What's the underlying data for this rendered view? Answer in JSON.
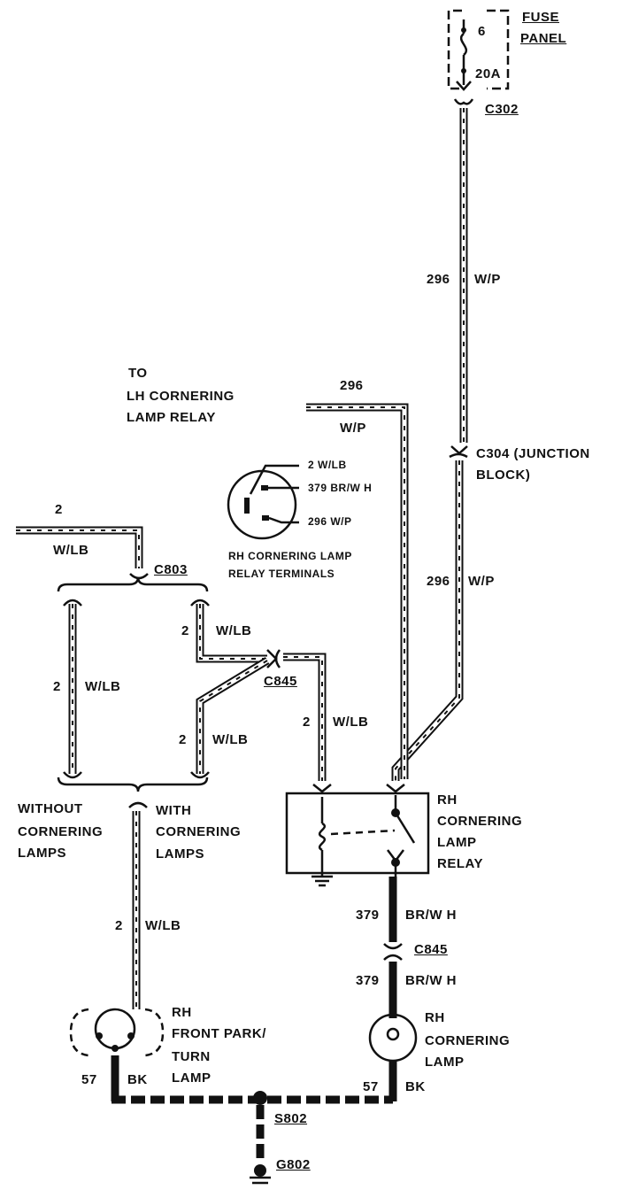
{
  "fuse_panel": {
    "fuse_number": "6",
    "fuse_rating": "20A",
    "title_line1": "FUSE",
    "title_line2": "PANEL"
  },
  "connectors": {
    "c302": "C302",
    "c304_line1": "C304 (JUNCTION",
    "c304_line2": "BLOCK)",
    "c803": "C803",
    "c845_upper": "C845",
    "c845_lower": "C845",
    "s802": "S802",
    "g802": "G802"
  },
  "wires": {
    "w296_top_num": "296",
    "w296_top_color": "W/P",
    "w296_mid_num": "296",
    "w296_mid_color": "W/P",
    "w296_left_num": "296",
    "w296_left_color": "W/P",
    "w2_top_num": "2",
    "w2_top_color": "W/LB",
    "w2_left_num": "2",
    "w2_left_color": "W/LB",
    "w2_jump_upper_num": "2",
    "w2_jump_upper_color": "W/LB",
    "w2_jump_lower_num": "2",
    "w2_jump_lower_color": "W/LB",
    "w2_relay_num": "2",
    "w2_relay_color": "W/LB",
    "w2_lamp_num": "2",
    "w2_lamp_color": "W/LB",
    "w379_upper_num": "379",
    "w379_upper_color": "BR/W H",
    "w379_lower_num": "379",
    "w379_lower_color": "BR/W H",
    "w57_left_num": "57",
    "w57_left_color": "BK",
    "w57_right_num": "57",
    "w57_right_color": "BK"
  },
  "to_lh_relay": {
    "line1": "TO",
    "line2": "LH CORNERING",
    "line3": "LAMP RELAY"
  },
  "relay_terminals": {
    "t1": "2 W/LB",
    "t2": "379 BR/W H",
    "t3": "296 W/P",
    "caption_line1": "RH CORNERING LAMP",
    "caption_line2": "RELAY TERMINALS"
  },
  "options": {
    "without_line1": "WITHOUT",
    "without_line2": "CORNERING",
    "without_line3": "LAMPS",
    "with_line1": "WITH",
    "with_line2": "CORNERING",
    "with_line3": "LAMPS"
  },
  "components": {
    "relay_line1": "RH",
    "relay_line2": "CORNERING",
    "relay_line3": "LAMP",
    "relay_line4": "RELAY",
    "park_line1": "RH",
    "park_line2": "FRONT PARK/",
    "park_line3": "TURN",
    "park_line4": "LAMP",
    "corner_line1": "RH",
    "corner_line2": "CORNERING",
    "corner_line3": "LAMP"
  }
}
